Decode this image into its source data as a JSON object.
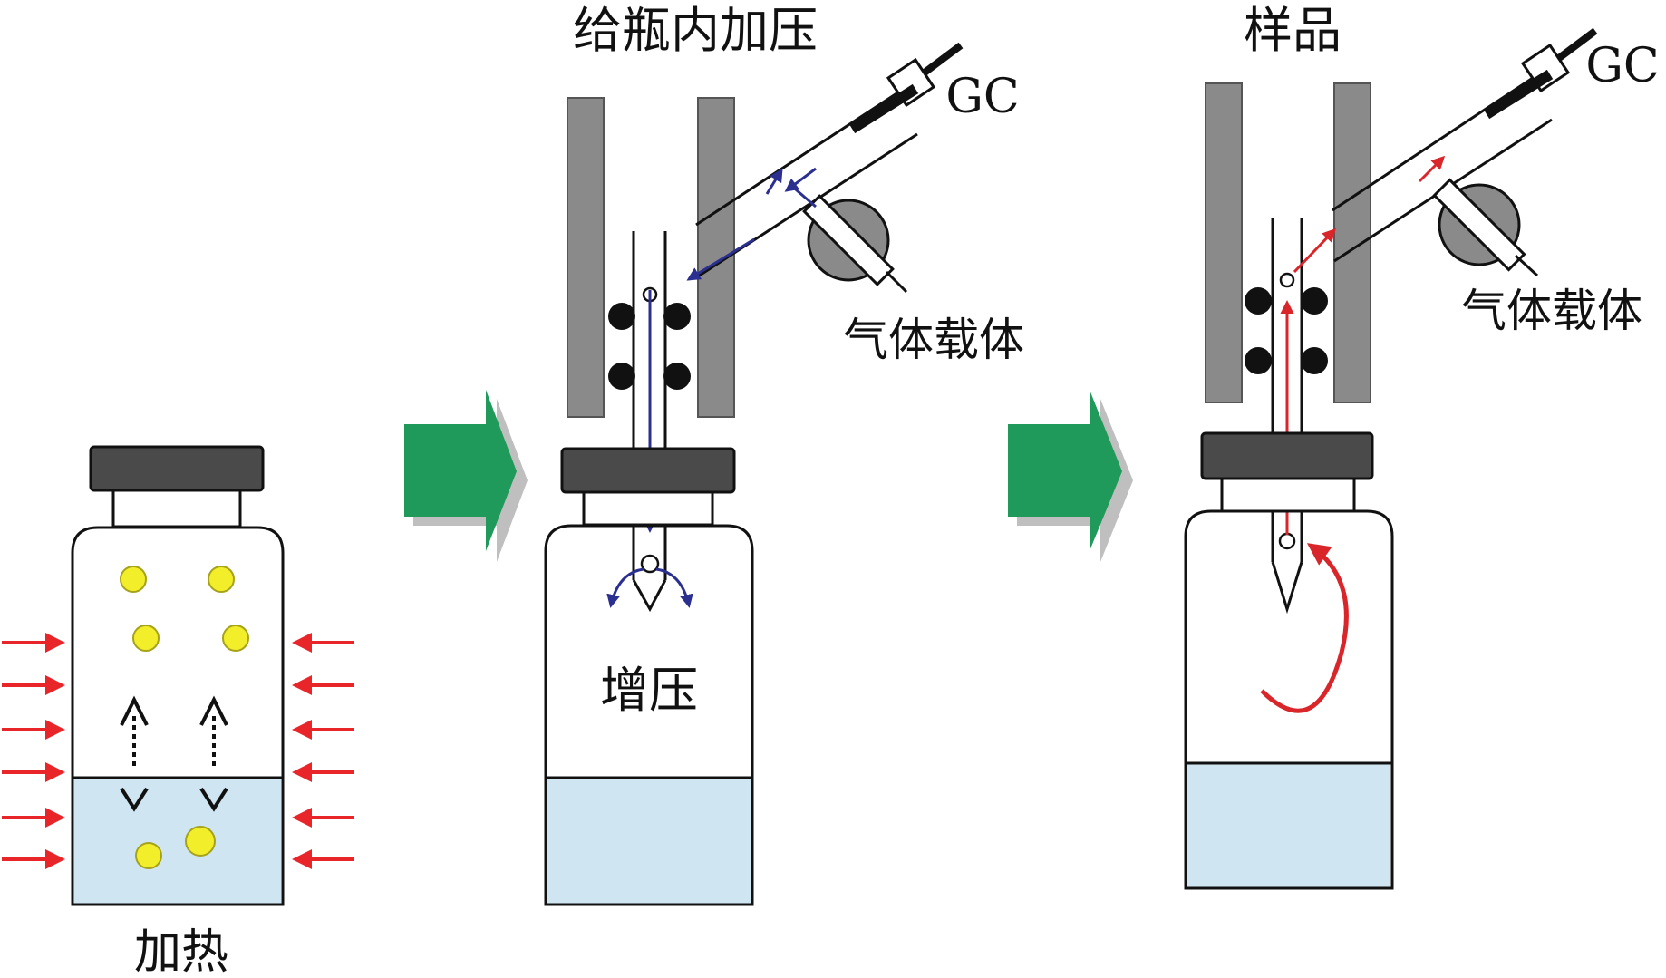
{
  "diagram": {
    "stage1": {
      "label": "加热"
    },
    "stage2": {
      "title": "给瓶内加压",
      "inside_label": "增压",
      "gc_label": "GC",
      "carrier_label": "气体载体"
    },
    "stage3": {
      "title": "样品",
      "gc_label": "GC",
      "carrier_label": "气体载体"
    }
  },
  "colors": {
    "liquid": "#cfe6f2",
    "cap": "#4a4a4a",
    "column": "#8a8a8a",
    "heat_arrow": "#e8262a",
    "pressure_arrow": "#2b2f8f",
    "sample_arrow": "#d9262b",
    "process_arrow": "#1f9a5a",
    "particle": "#f2ee2a"
  },
  "icons": {
    "process_arrow": "right-block-arrow-icon",
    "valve": "valve-icon",
    "syringe": "syringe-icon"
  }
}
